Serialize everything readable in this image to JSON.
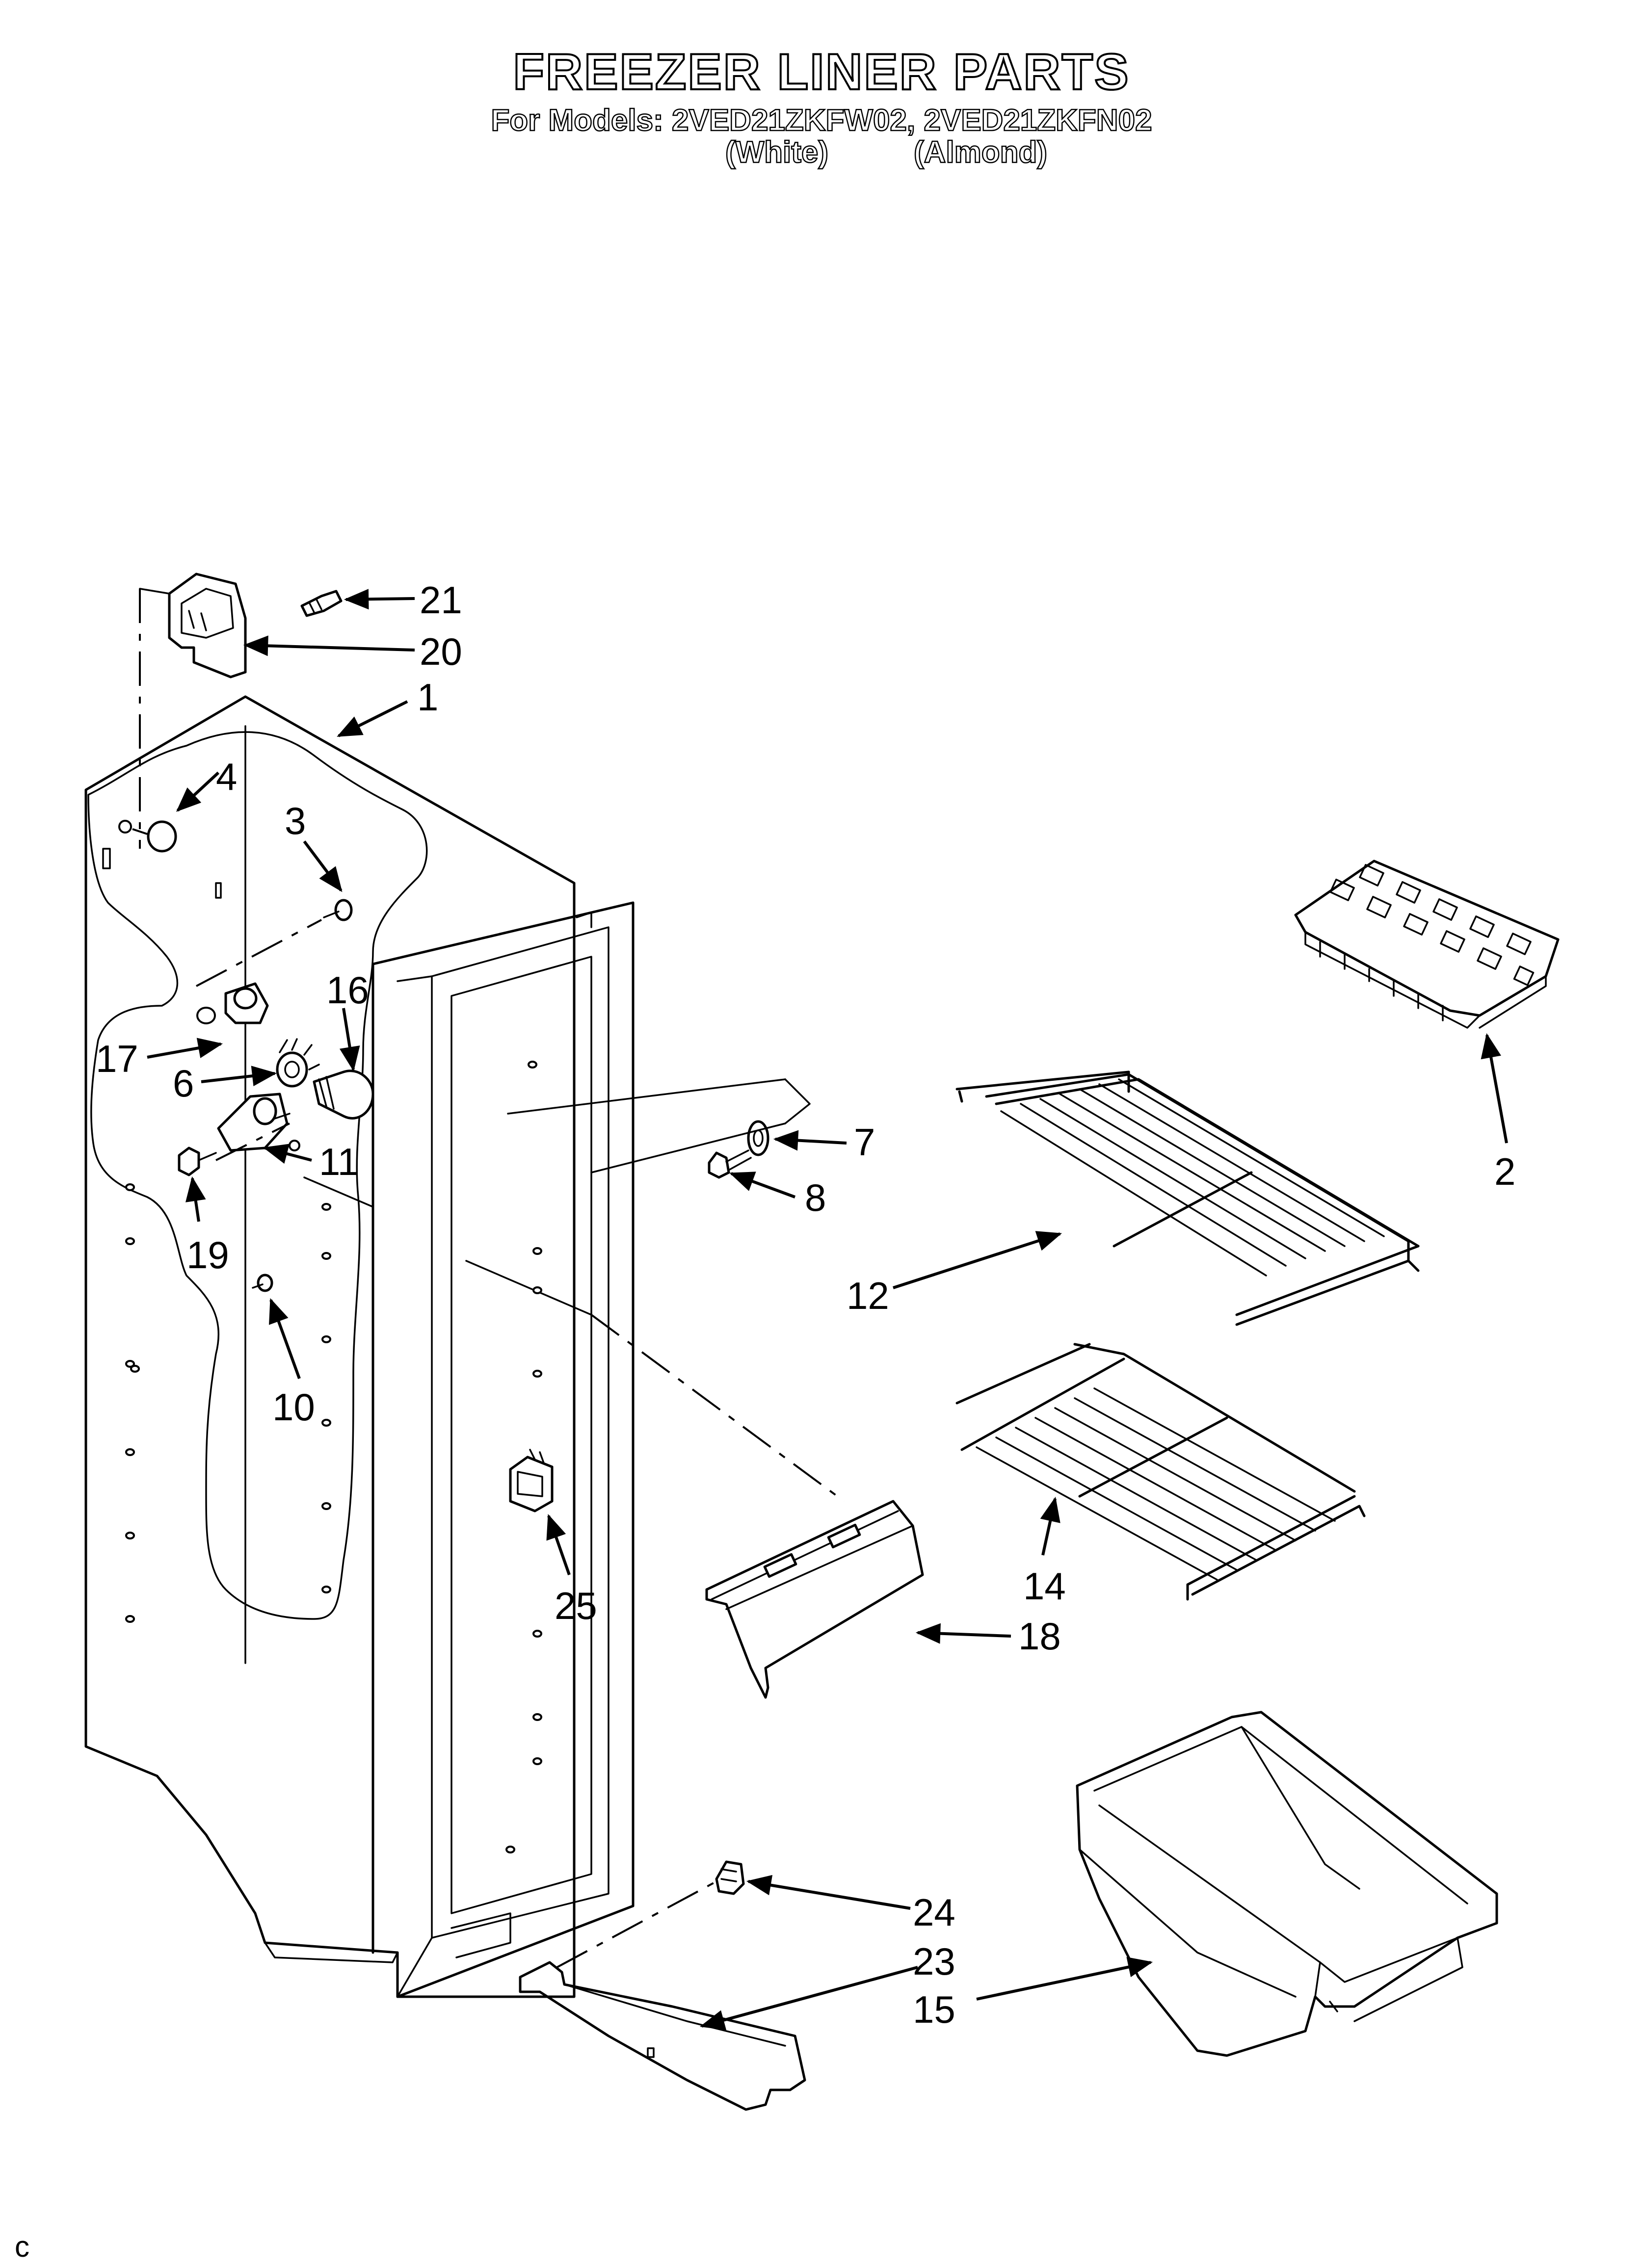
{
  "header": {
    "title": "FREEZER LINER PARTS",
    "models_line": "For Models: 2VED21ZKFW02, 2VED21ZKFN02",
    "variant_white": "(White)",
    "variant_almond": "(Almond)"
  },
  "callouts": {
    "c1": "1",
    "c2": "2",
    "c3": "3",
    "c4": "4",
    "c6": "6",
    "c7": "7",
    "c8": "8",
    "c10": "10",
    "c11": "11",
    "c12": "12",
    "c14": "14",
    "c15": "15",
    "c16": "16",
    "c17": "17",
    "c18": "18",
    "c19": "19",
    "c20": "20",
    "c21": "21",
    "c23": "23",
    "c24": "24",
    "c25": "25"
  },
  "footer": {
    "corner_mark": "c"
  },
  "colors": {
    "ink": "#000000",
    "paper": "#ffffff"
  }
}
